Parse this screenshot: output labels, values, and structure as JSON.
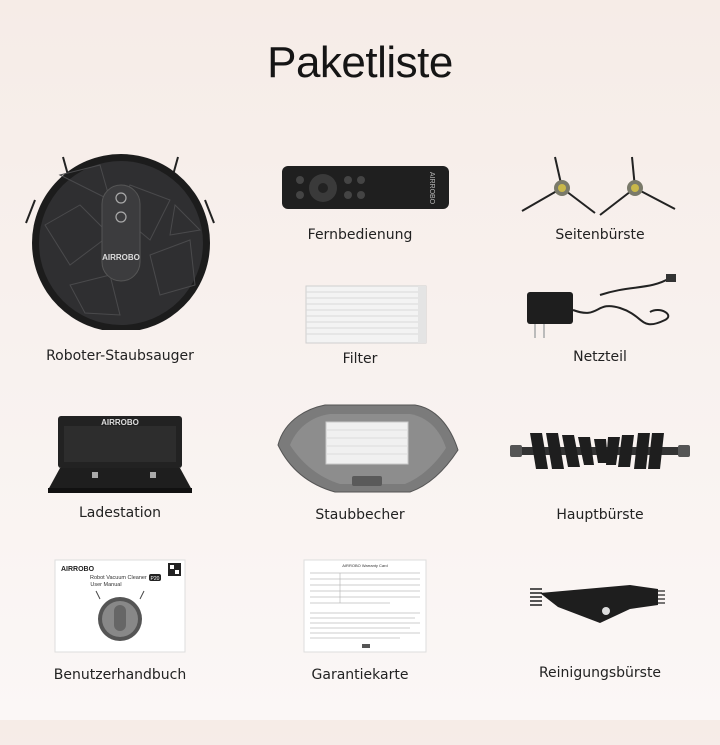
{
  "title": "Paketliste",
  "brand": "AIRROBO",
  "manual_header": "Robot Vacuum Cleaner",
  "manual_model": "P20",
  "manual_subtitle": "User Manual",
  "card_header": "AIRROBO Warranty Card",
  "items": [
    {
      "label": "Roboter-Staubsauger",
      "icon": "robot-vacuum"
    },
    {
      "label": "Fernbedienung",
      "icon": "remote-control"
    },
    {
      "label": "Seitenbürste",
      "icon": "side-brush"
    },
    {
      "label": "Filter",
      "icon": "filter"
    },
    {
      "label": "Netzteil",
      "icon": "power-adapter"
    },
    {
      "label": "Ladestation",
      "icon": "charging-dock"
    },
    {
      "label": "Staubbecher",
      "icon": "dustbin"
    },
    {
      "label": "Hauptbürste",
      "icon": "main-brush"
    },
    {
      "label": "Benutzerhandbuch",
      "icon": "user-manual"
    },
    {
      "label": "Garantiekarte",
      "icon": "warranty-card"
    },
    {
      "label": "Reinigungsbürste",
      "icon": "cleaning-tool"
    }
  ],
  "colors": {
    "background": "#f8f1ee",
    "product": "#2a2a2a",
    "accent_yellow": "#c9b84a"
  }
}
